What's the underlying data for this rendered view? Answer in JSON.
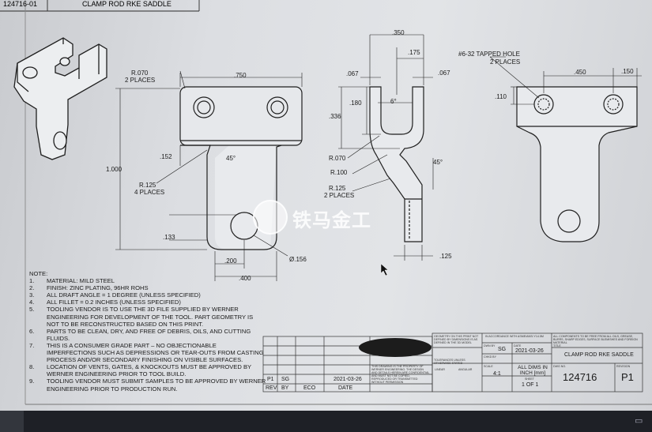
{
  "header": {
    "part_number": "124716-01",
    "title": "CLAMP ROD RKE SADDLE"
  },
  "front_view": {
    "radius_label": "R.070",
    "radius_places": "2 PLACES",
    "width": ".750",
    "height": "1.000",
    "dim_152": ".152",
    "angle": "45°",
    "radius2_label": "R.125",
    "radius2_places": "4 PLACES",
    "dim_133": ".133",
    "dim_200": ".200",
    "dim_400": ".400",
    "hole_dia": "Ø.156"
  },
  "side_view": {
    "dim_350": ".350",
    "dim_175": ".175",
    "dim_067_left": ".067",
    "dim_067_right": ".067",
    "dim_180": ".180",
    "dim_336": ".336",
    "angle_small": "6°",
    "r070": "R.070",
    "r100": "R.100",
    "r125": "R.125",
    "r125_places": "2 PLACES",
    "angle": "45°",
    "dim_125": ".125"
  },
  "right_view": {
    "tapped_hole": "#6-32 TAPPED HOLE",
    "tapped_places": "2 PLACES",
    "dim_450": ".450",
    "dim_150": ".150",
    "dim_110": ".110"
  },
  "notes": {
    "heading": "NOTE:",
    "items": [
      {
        "n": "1.",
        "text": "MATERIAL: MILD STEEL"
      },
      {
        "n": "2.",
        "text": "FINISH: ZINC PLATING, 96HR ROHS"
      },
      {
        "n": "3.",
        "text": "ALL DRAFT ANGLE = 1 DEGREE (UNLESS SPECIFIED)"
      },
      {
        "n": "4.",
        "text": "ALL FILLET = 0.2 INCHES (UNLESS SPECIFIED)"
      },
      {
        "n": "5.",
        "text": "TOOLING VENDOR IS TO USE THE 3D FILE SUPPLIED BY WERNER ENGINEERING FOR DEVELOPMENT OF THE TOOL. PART GEOMETRY IS NOT TO BE RECONSTRUCTED BASED ON THIS PRINT."
      },
      {
        "n": "6.",
        "text": "PARTS TO BE CLEAN, DRY, AND FREE OF DEBRIS, OILS, AND CUTTING FLUIDS."
      },
      {
        "n": "7.",
        "text": "THIS IS A CONSUMER GRADE PART – NO OBJECTIONABLE IMPERFECTIONS SUCH AS DEPRESSIONS OR TEAR-OUTS FROM CASTING PROCESS AND/OR SECONDARY FINISHING ON VISIBLE SURFACES."
      },
      {
        "n": "8.",
        "text": "LOCATION OF VENTS, GATES, & KNOCKOUTS MUST BE APPROVED BY WERNER ENGINEERING PRIOR TO TOOL BUILD."
      },
      {
        "n": "9.",
        "text": "TOOLING VENDOR MUST SUBMIT SAMPLES TO BE APPROVED BY WERNER ENGINEERING PRIOR TO PRODUCTION RUN."
      }
    ]
  },
  "revision_block": {
    "rev": "P1",
    "by": "SG",
    "date": "2021-03-26",
    "col_rev": "REV",
    "col_by": "BY",
    "col_eco": "ECO",
    "col_date": "DATE"
  },
  "title_block": {
    "drawn_by": "SG",
    "date": "2021-03-26",
    "scale": "4:1",
    "units": "ALL DIMS IN INCH [mm]",
    "sheet": "1 OF 1",
    "title": "CLAMP ROD RKE SADDLE",
    "dwg_no": "124716",
    "revision": "P1",
    "lbl_drawn": "DWN BY",
    "lbl_date": "DATE",
    "lbl_chkd": "CHKD BY",
    "lbl_scale": "SCALE",
    "lbl_sheet": "SHEET",
    "lbl_title": "TITLE",
    "lbl_dwg": "DWG NO.",
    "lbl_rev": "REVISION",
    "lbl_tolerances": "TOLERANCES UNLESS OTHERWISE STATED",
    "lbl_linear": "LINEAR",
    "lbl_angular": "ANGULAR",
    "lbl_geometry": "GEOMETRY ON THIS PRINT NOT DEFINED BY DIMENSIONS IS AS DEFINED IN THE 3D MODEL",
    "lbl_accordance": "IN ACCORDANCE WITH ASME/ANSI Y14.5M",
    "lbl_confidential": "THIS DRAWING IS THE PROPERTY OF WERNER ENGINEERING. THE DESIGN AND DETAILS HEREIN ARE CONFIDENTIAL AND MUST NOT BE COPIED, REPRODUCED OR TRANSMITTED WITHOUT PERMISSION",
    "lbl_components": "ALL COMPONENTS TO BE FREE FROM ALL OILS, GREASE, BURRS, SHARP EDGES, SURFACE BLEMISHES AND FOREIGN MATERIAL"
  },
  "watermark": {
    "text": "铁马金工"
  }
}
